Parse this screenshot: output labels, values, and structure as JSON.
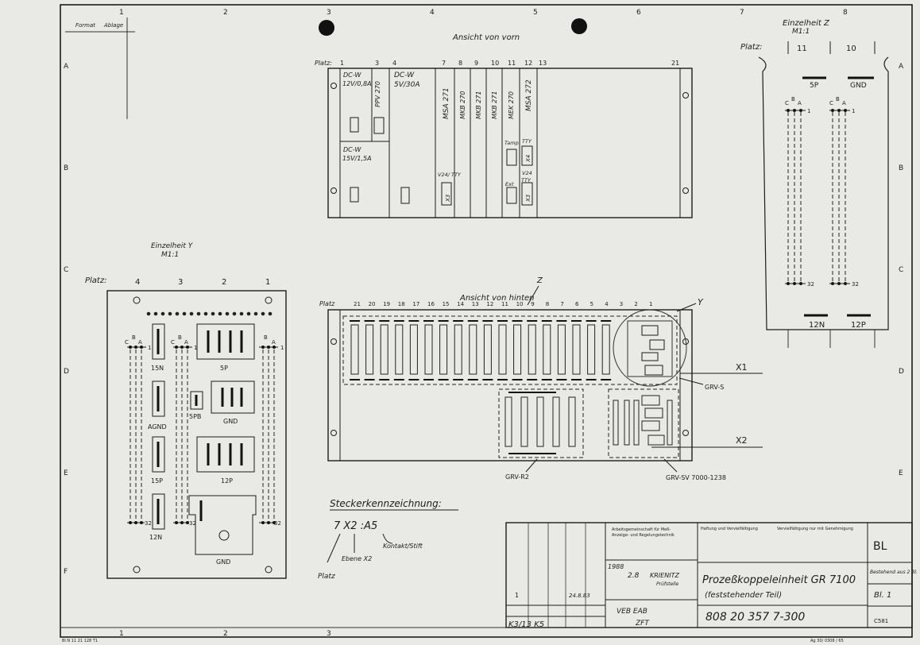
{
  "header": {
    "corner_left": "Format",
    "corner_right": "Ablage",
    "title_front": "Ansicht von vorn",
    "title_back": "Ansicht von hinten"
  },
  "grid": {
    "columns": [
      "1",
      "2",
      "3",
      "4",
      "5",
      "6",
      "7",
      "8"
    ],
    "rows": [
      "A",
      "B",
      "C",
      "D",
      "E",
      "F"
    ]
  },
  "front_view": {
    "platz_label": "Platz:",
    "slot_numbers": [
      "1",
      "3",
      "4",
      "7",
      "8",
      "9",
      "10",
      "11",
      "12",
      "13",
      "21"
    ],
    "modules": [
      {
        "name": "DC-W",
        "spec": "12V/0,8A"
      },
      {
        "name": "PPV 270"
      },
      {
        "name": "DC-W",
        "spec": "5V/30A"
      },
      {
        "name": "DC-W",
        "spec": "15V/1,5A"
      },
      {
        "name": "MSA 271"
      },
      {
        "name": "MKB 270"
      },
      {
        "name": "MKB 271"
      },
      {
        "name": "MKB 271"
      },
      {
        "name": "MEK 270"
      },
      {
        "name": "MSA 272"
      }
    ],
    "labels": {
      "v24_tty": "V24/ TTY",
      "x3": "X3",
      "tamp": "Tamp",
      "tty": "TTY",
      "x4": "X4",
      "ext": "Ext",
      "v24": "V24",
      "tty2": "TTY",
      "x3b": "X3"
    }
  },
  "back_view": {
    "platz_label": "Platz",
    "slot_numbers": [
      "21",
      "20",
      "19",
      "18",
      "17",
      "16",
      "15",
      "14",
      "13",
      "12",
      "11",
      "10",
      "9",
      "8",
      "7",
      "6",
      "5",
      "4",
      "3",
      "2",
      "1"
    ],
    "marker_z": "Z",
    "marker_y": "Y",
    "x1": "X1",
    "x2": "X2",
    "grv_s": "GRV-S",
    "grv_r2": "GRV-R2",
    "grv_sv": "GRV-SV 7000-1238"
  },
  "detail_y": {
    "title": "Einzelheit Y",
    "scale": "M1:1",
    "platz_label": "Platz:",
    "platz_numbers": [
      "4",
      "3",
      "2",
      "1"
    ],
    "pin_letters": [
      "C",
      "B",
      "A"
    ],
    "pin_one": "1",
    "pin_thirtytwo": "32",
    "connectors": [
      "15N",
      "5P",
      "AGND",
      "5PB",
      "GND",
      "15P",
      "12P",
      "12N",
      "GND"
    ]
  },
  "detail_z": {
    "title": "Einzelheit Z",
    "scale": "M1:1",
    "platz_label": "Platz:",
    "platz_numbers": [
      "11",
      "10"
    ],
    "pin_letters": [
      "C",
      "B",
      "A"
    ],
    "pin_one": "1",
    "pin_thirtytwo": "32",
    "top_labels": [
      "5P",
      "GND"
    ],
    "bottom_labels": [
      "12N",
      "12P"
    ]
  },
  "connector_legend": {
    "title": "Steckerkennzeichnung:",
    "code": "7 X2 :A5",
    "platz": "Platz",
    "ebene": "Ebene X2",
    "kontakt": "Kontakt/Stift"
  },
  "title_block": {
    "field_small_1": "Arbeitsgemeinschaft für Meß-",
    "field_small_2": "Anzeige- und Regelungstechnik",
    "field_small_3": "Haftung und Vervielfältigung",
    "field_small_4": "Vervielfältigung nur mit Genehmigung",
    "year": "1988",
    "date": "2.8",
    "name": "KRIENITZ",
    "role": "Prüfstelle",
    "index": "1",
    "date2": "24.8.83",
    "org1": "VEB EAB",
    "org2": "ZFT",
    "title": "Prozeßkoppeleinheit GR 7100",
    "subtitle": "(feststehender Teil)",
    "number": "808 20 357 7-300",
    "sheet_code": "BL",
    "sheet_info": "Bestehend aus 2 Bl.",
    "sheet_no": "Bl. 1",
    "bottom_code": "K3/13 K5",
    "right_code": "C581"
  },
  "footer": {
    "left": "Bl.N 11 21 128 T1",
    "right": "Ag 30/ 0308 / 65"
  }
}
